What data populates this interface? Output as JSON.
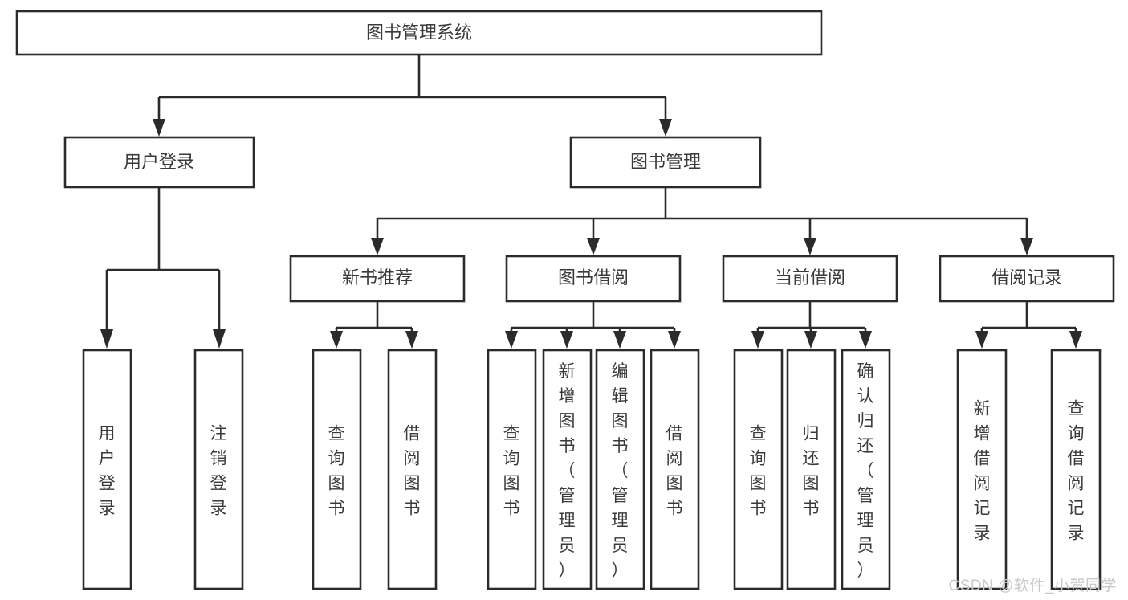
{
  "diagram": {
    "type": "tree-hierarchy",
    "title": "图书管理系统",
    "colors": {
      "stroke": "#2b2b2b",
      "fill": "#ffffff",
      "text": "#3a3a3a",
      "watermark": "#c9c9c9",
      "background": "#ffffff"
    },
    "levels": {
      "level1": [
        "图书管理系统"
      ],
      "level2": [
        "用户登录",
        "图书管理"
      ],
      "level3": [
        "新书推荐",
        "图书借阅",
        "当前借阅",
        "借阅记录"
      ],
      "level4": [
        "用户登录",
        "注销登录",
        "查询图书",
        "借阅图书",
        "查询图书",
        "新增图书（管理员）",
        "编辑图书（管理员）",
        "借阅图书",
        "查询图书",
        "归还图书",
        "确认归还（管理员）",
        "新增借阅记录",
        "查询借阅记录"
      ]
    },
    "nodes": {
      "root": {
        "label": "图书管理系统"
      },
      "user_login": {
        "label": "用户登录"
      },
      "book_manage": {
        "label": "图书管理"
      },
      "new_book_rec": {
        "label": "新书推荐"
      },
      "book_borrow": {
        "label": "图书借阅"
      },
      "current_borrow": {
        "label": "当前借阅"
      },
      "borrow_record": {
        "label": "借阅记录"
      },
      "leaf_user_login": {
        "label": "用户登录"
      },
      "leaf_logout": {
        "label": "注销登录"
      },
      "leaf_query_book_1": {
        "label": "查询图书"
      },
      "leaf_borrow_book_1": {
        "label": "借阅图书"
      },
      "leaf_query_book_2": {
        "label": "查询图书"
      },
      "leaf_add_book": {
        "label": "新增图书（管理员）"
      },
      "leaf_edit_book": {
        "label": "编辑图书（管理员）"
      },
      "leaf_borrow_book_2": {
        "label": "借阅图书"
      },
      "leaf_query_book_3": {
        "label": "查询图书"
      },
      "leaf_return_book": {
        "label": "归还图书"
      },
      "leaf_confirm_return": {
        "label": "确认归还（管理员）"
      },
      "leaf_add_record": {
        "label": "新增借阅记录"
      },
      "leaf_query_record": {
        "label": "查询借阅记录"
      }
    },
    "edges": [
      {
        "from": "root",
        "to": "user_login"
      },
      {
        "from": "root",
        "to": "book_manage"
      },
      {
        "from": "user_login",
        "to": "leaf_user_login"
      },
      {
        "from": "user_login",
        "to": "leaf_logout"
      },
      {
        "from": "book_manage",
        "to": "new_book_rec"
      },
      {
        "from": "book_manage",
        "to": "book_borrow"
      },
      {
        "from": "book_manage",
        "to": "current_borrow"
      },
      {
        "from": "book_manage",
        "to": "borrow_record"
      },
      {
        "from": "new_book_rec",
        "to": "leaf_query_book_1"
      },
      {
        "from": "new_book_rec",
        "to": "leaf_borrow_book_1"
      },
      {
        "from": "book_borrow",
        "to": "leaf_query_book_2"
      },
      {
        "from": "book_borrow",
        "to": "leaf_add_book"
      },
      {
        "from": "book_borrow",
        "to": "leaf_edit_book"
      },
      {
        "from": "book_borrow",
        "to": "leaf_borrow_book_2"
      },
      {
        "from": "current_borrow",
        "to": "leaf_query_book_3"
      },
      {
        "from": "current_borrow",
        "to": "leaf_return_book"
      },
      {
        "from": "current_borrow",
        "to": "leaf_confirm_return"
      },
      {
        "from": "borrow_record",
        "to": "leaf_add_record"
      },
      {
        "from": "borrow_record",
        "to": "leaf_query_record"
      }
    ]
  },
  "watermark": {
    "text": "CSDN @软件_小贺同学"
  }
}
